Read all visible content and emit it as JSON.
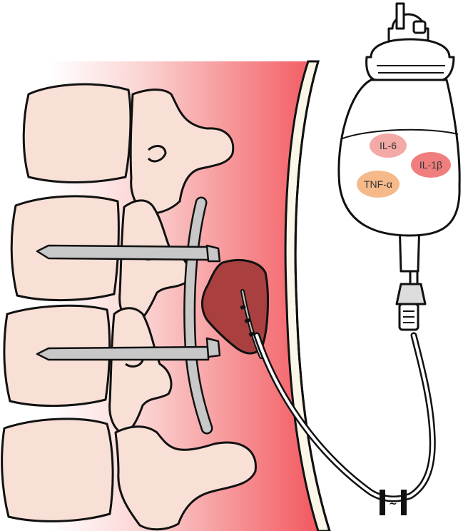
{
  "drainage_bag": {
    "cytokines": [
      {
        "label": "IL-6",
        "color": "#f3a9a6"
      },
      {
        "label": "IL-1β",
        "color": "#f07e7e"
      },
      {
        "label": "TNF-α",
        "color": "#f5b98a"
      }
    ]
  },
  "tube_clamp": {
    "symbol": "~"
  },
  "colors": {
    "tissue_gradient_start": "#ffffff",
    "tissue_gradient_end": "#f2585f",
    "bone": "#f9e0d6",
    "hematoma": "#a9403f",
    "rod_and_screws": "#c8c8c8",
    "skin": "#fbf7e8"
  }
}
